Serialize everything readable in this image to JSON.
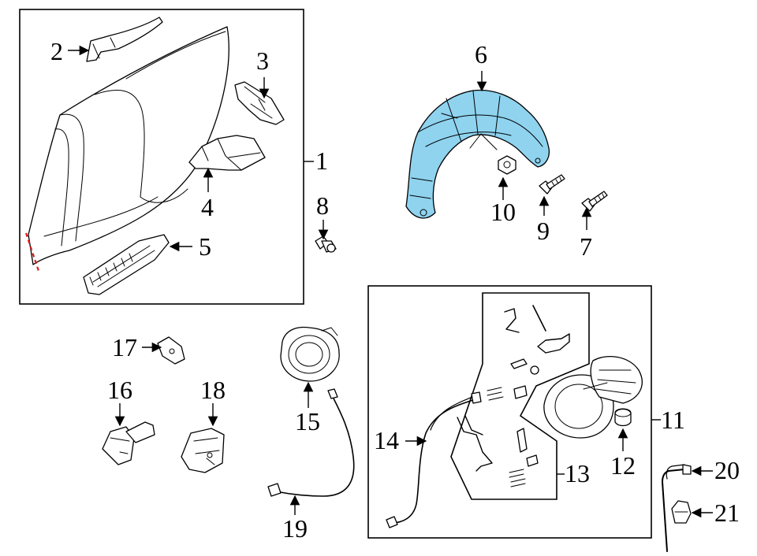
{
  "colors": {
    "highlight": "#8fd3ef",
    "line": "#000000",
    "cut_mark": "#e01b1b",
    "background": "#ffffff"
  },
  "callouts": {
    "c1": "1",
    "c2": "2",
    "c3": "3",
    "c4": "4",
    "c5": "5",
    "c6": "6",
    "c7": "7",
    "c8": "8",
    "c9": "9",
    "c10": "10",
    "c11": "11",
    "c12": "12",
    "c13": "13",
    "c14": "14",
    "c15": "15",
    "c16": "16",
    "c17": "17",
    "c18": "18",
    "c19": "19",
    "c20": "20",
    "c21": "21"
  }
}
